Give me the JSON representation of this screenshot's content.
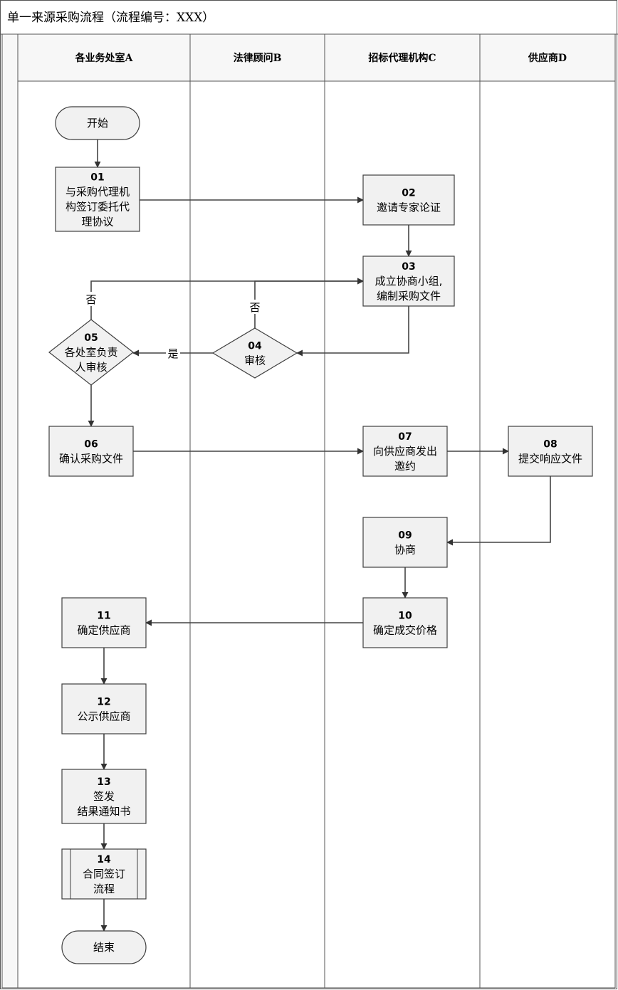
{
  "title": "单一来源采购流程（流程编号：XXX）",
  "lanes": [
    {
      "id": "A",
      "label": "各业务处室A"
    },
    {
      "id": "B",
      "label": "法律顾问B"
    },
    {
      "id": "C",
      "label": "招标代理机构C"
    },
    {
      "id": "D",
      "label": "供应商D"
    }
  ],
  "nodes": [
    {
      "id": "start",
      "kind": "terminal",
      "lane": "A",
      "num": "",
      "lines": [
        "开始"
      ]
    },
    {
      "id": "n01",
      "kind": "process",
      "lane": "A",
      "num": "01",
      "lines": [
        "与采购代理机",
        "构签订委托代",
        "理协议"
      ]
    },
    {
      "id": "n02",
      "kind": "process",
      "lane": "C",
      "num": "02",
      "lines": [
        "邀请专家论证"
      ]
    },
    {
      "id": "n03",
      "kind": "process",
      "lane": "C",
      "num": "03",
      "lines": [
        "成立协商小组,",
        "编制采购文件"
      ]
    },
    {
      "id": "n04",
      "kind": "decision",
      "lane": "B",
      "num": "04",
      "lines": [
        "审核"
      ]
    },
    {
      "id": "n05",
      "kind": "decision",
      "lane": "A",
      "num": "05",
      "lines": [
        "各处室负责",
        "人审核"
      ]
    },
    {
      "id": "n06",
      "kind": "process",
      "lane": "A",
      "num": "06",
      "lines": [
        "确认采购文件"
      ]
    },
    {
      "id": "n07",
      "kind": "process",
      "lane": "C",
      "num": "07",
      "lines": [
        "向供应商发出",
        "邀约"
      ]
    },
    {
      "id": "n08",
      "kind": "process",
      "lane": "D",
      "num": "08",
      "lines": [
        "提交响应文件"
      ]
    },
    {
      "id": "n09",
      "kind": "process",
      "lane": "C",
      "num": "09",
      "lines": [
        "协商"
      ]
    },
    {
      "id": "n10",
      "kind": "process",
      "lane": "C",
      "num": "10",
      "lines": [
        "确定成交价格"
      ]
    },
    {
      "id": "n11",
      "kind": "process",
      "lane": "A",
      "num": "11",
      "lines": [
        "确定供应商"
      ]
    },
    {
      "id": "n12",
      "kind": "process",
      "lane": "A",
      "num": "12",
      "lines": [
        "公示供应商"
      ]
    },
    {
      "id": "n13",
      "kind": "process",
      "lane": "A",
      "num": "13",
      "lines": [
        "签发",
        "结果通知书"
      ]
    },
    {
      "id": "n14",
      "kind": "subprocess",
      "lane": "A",
      "num": "14",
      "lines": [
        "合同签订",
        "流程"
      ]
    },
    {
      "id": "end",
      "kind": "terminal",
      "lane": "A",
      "num": "",
      "lines": [
        "结束"
      ]
    }
  ],
  "edges": [
    {
      "id": "e-start-01",
      "from": "start",
      "to": "n01",
      "label": ""
    },
    {
      "id": "e-01-02",
      "from": "n01",
      "to": "n02",
      "label": ""
    },
    {
      "id": "e-02-03",
      "from": "n02",
      "to": "n03",
      "label": ""
    },
    {
      "id": "e-03-04",
      "from": "n03",
      "to": "n04",
      "label": ""
    },
    {
      "id": "e-04-03",
      "from": "n04",
      "to": "n03",
      "label": "否"
    },
    {
      "id": "e-04-05",
      "from": "n04",
      "to": "n05",
      "label": "是"
    },
    {
      "id": "e-05-03",
      "from": "n05",
      "to": "n03",
      "label": "否"
    },
    {
      "id": "e-05-06",
      "from": "n05",
      "to": "n06",
      "label": ""
    },
    {
      "id": "e-06-07",
      "from": "n06",
      "to": "n07",
      "label": ""
    },
    {
      "id": "e-07-08",
      "from": "n07",
      "to": "n08",
      "label": ""
    },
    {
      "id": "e-08-09",
      "from": "n08",
      "to": "n09",
      "label": ""
    },
    {
      "id": "e-09-10",
      "from": "n09",
      "to": "n10",
      "label": ""
    },
    {
      "id": "e-10-11",
      "from": "n10",
      "to": "n11",
      "label": ""
    },
    {
      "id": "e-11-12",
      "from": "n11",
      "to": "n12",
      "label": ""
    },
    {
      "id": "e-12-13",
      "from": "n12",
      "to": "n13",
      "label": ""
    },
    {
      "id": "e-13-14",
      "from": "n13",
      "to": "n14",
      "label": ""
    },
    {
      "id": "e-14-end",
      "from": "n14",
      "to": "end",
      "label": ""
    }
  ],
  "colors": {
    "box_fill": "#f1f1f1",
    "box_stroke": "#3f3f3f",
    "line": "#444444",
    "lane_line": "#555555",
    "header_fill": "#f7f7f7"
  }
}
